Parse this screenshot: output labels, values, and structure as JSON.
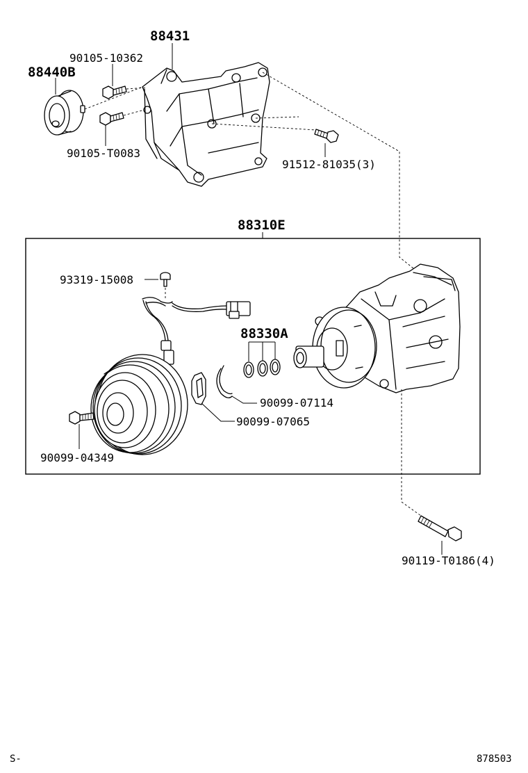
{
  "labels": {
    "p88431": "88431",
    "p90105_10362": "90105-10362",
    "p88440B": "88440B",
    "p90105_T0083": "90105-T0083",
    "p91512_81035": "91512-81035(3)",
    "p88310E": "88310E",
    "p93319_15008": "93319-15008",
    "p88330A": "88330A",
    "p90099_07114": "90099-07114",
    "p90099_07065": "90099-07065",
    "p90099_04349": "90099-04349",
    "p90119_T0186": "90119-T0186(4)"
  },
  "footer": {
    "left": "S-",
    "right": "878503"
  }
}
